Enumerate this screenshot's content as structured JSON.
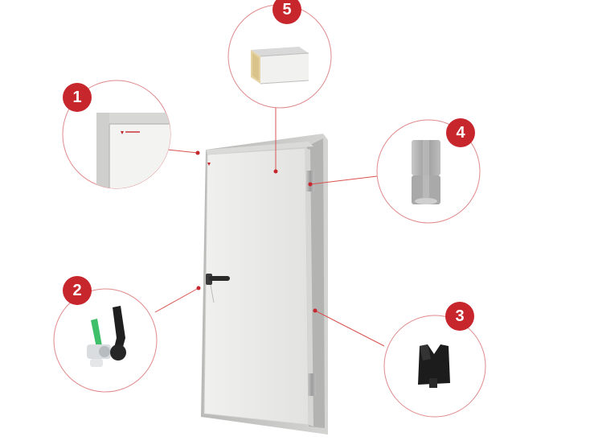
{
  "callouts": [
    {
      "number": "1",
      "feature": "frame-corner"
    },
    {
      "number": "2",
      "feature": "handle-lock"
    },
    {
      "number": "3",
      "feature": "gasket-profile"
    },
    {
      "number": "4",
      "feature": "hinge"
    },
    {
      "number": "5",
      "feature": "insulated-panel"
    }
  ],
  "colors": {
    "accent": "#c6262c",
    "door": "#e9e9e7",
    "frame": "#c9c9c7",
    "panel_core": "#e6d3a4",
    "handle": "#2a2a2a",
    "gasket": "#1c1c1c",
    "green_key": "#3fbf6a"
  }
}
